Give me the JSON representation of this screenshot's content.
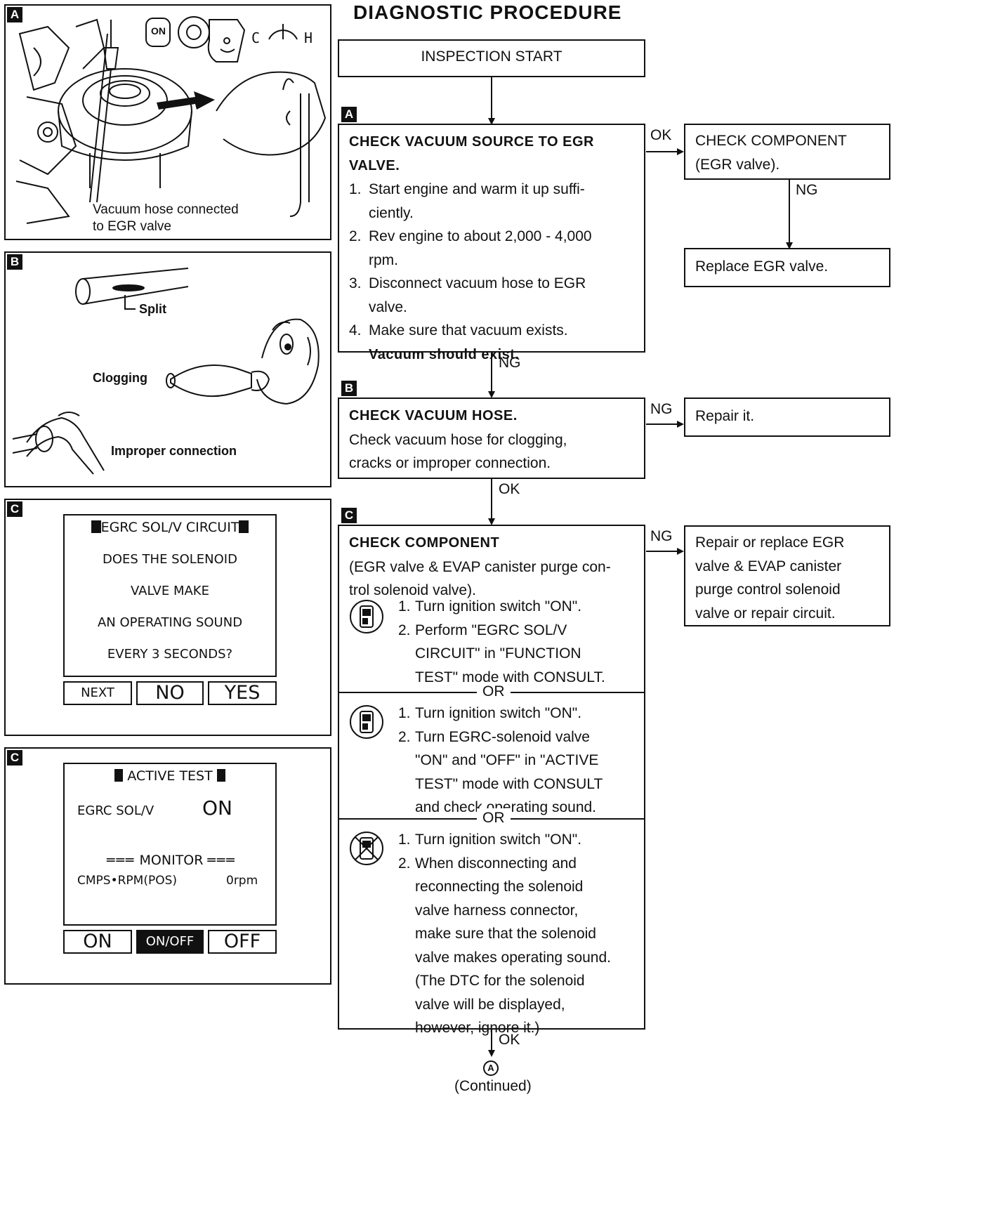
{
  "title": "DIAGNOSTIC PROCEDURE",
  "flow": {
    "start": "INSPECTION START",
    "stepA": {
      "tag": "A",
      "heading1": "CHECK VACUUM SOURCE TO EGR",
      "heading2": "VALVE.",
      "items": [
        {
          "n": "1.",
          "l1": "Start engine and warm it up suffi-",
          "l2": "ciently."
        },
        {
          "n": "2.",
          "l1": "Rev engine to about 2,000 - 4,000",
          "l2": "rpm."
        },
        {
          "n": "3.",
          "l1": "Disconnect vacuum hose to EGR",
          "l2": "valve."
        },
        {
          "n": "4.",
          "l1": "Make sure that vacuum exists.",
          "l2": "Vacuum should exist."
        }
      ]
    },
    "ok_label_a": "OK",
    "check_component_1": "CHECK COMPONENT",
    "check_component_2": "(EGR valve).",
    "ng_label_cc": "NG",
    "replace_egr": "Replace EGR valve.",
    "ng_label_a": "NG",
    "stepB": {
      "tag": "B",
      "heading": "CHECK VACUUM HOSE.",
      "l1": "Check vacuum hose for clogging,",
      "l2": "cracks or improper connection."
    },
    "ng_label_b": "NG",
    "repair_it": "Repair it.",
    "ok_label_b": "OK",
    "stepC": {
      "tag": "C",
      "heading": "CHECK COMPONENT",
      "sub1": "(EGR valve & EVAP canister purge con-",
      "sub2": "trol solenoid valve).",
      "group1": [
        {
          "n": "1.",
          "t": "Turn ignition switch \"ON\"."
        },
        {
          "n": "2.",
          "t": "Perform \"EGRC SOL/V"
        },
        {
          "n": "",
          "t": "CIRCUIT\" in \"FUNCTION"
        },
        {
          "n": "",
          "t": "TEST\" mode with CONSULT."
        }
      ],
      "or1": "OR",
      "group2": [
        {
          "n": "1.",
          "t": "Turn ignition switch \"ON\"."
        },
        {
          "n": "2.",
          "t": "Turn EGRC-solenoid valve"
        },
        {
          "n": "",
          "t": "\"ON\" and \"OFF\" in \"ACTIVE"
        },
        {
          "n": "",
          "t": "TEST\" mode with CONSULT"
        },
        {
          "n": "",
          "t": "and check operating sound."
        }
      ],
      "or2": "OR",
      "group3": [
        {
          "n": "1.",
          "t": "Turn ignition switch \"ON\"."
        },
        {
          "n": "2.",
          "t": "When disconnecting and"
        },
        {
          "n": "",
          "t": "reconnecting the solenoid"
        },
        {
          "n": "",
          "t": "valve harness connector,"
        },
        {
          "n": "",
          "t": "make sure that the solenoid"
        },
        {
          "n": "",
          "t": "valve makes operating sound."
        },
        {
          "n": "",
          "t": "(The DTC for the solenoid"
        },
        {
          "n": "",
          "t": "valve will be displayed,"
        },
        {
          "n": "",
          "t": "however, ignore it.)"
        }
      ]
    },
    "ng_label_c": "NG",
    "repair_replace": [
      "Repair or replace EGR",
      "valve & EVAP canister",
      "purge control solenoid",
      "valve or repair circuit."
    ],
    "ok_label_c": "OK",
    "continued_mark": "A",
    "continued": "(Continued)"
  },
  "panels": {
    "a": {
      "tag": "A",
      "caption1": "Vacuum hose connected",
      "caption2": "to EGR valve",
      "gauge_c": "C",
      "gauge_h": "H",
      "key_label": "ON"
    },
    "b": {
      "tag": "B",
      "split": "Split",
      "clogging": "Clogging",
      "improper": "Improper connection"
    },
    "c1": {
      "tag": "C",
      "title": "EGRC SOL/V CIRCUIT",
      "lines": [
        "DOES THE SOLENOID",
        "VALVE MAKE",
        "AN OPERATING SOUND",
        "EVERY 3 SECONDS?"
      ],
      "btn_next": "NEXT",
      "btn_no": "NO",
      "btn_yes": "YES"
    },
    "c2": {
      "tag": "C",
      "title": "ACTIVE TEST",
      "item": "EGRC SOL/V",
      "item_val": "ON",
      "monitor": "MONITOR",
      "mon_item": "CMPS•RPM(POS)",
      "mon_val": "0rpm",
      "btn_on": "ON",
      "btn_onoff": "ON/OFF",
      "btn_off": "OFF"
    }
  }
}
